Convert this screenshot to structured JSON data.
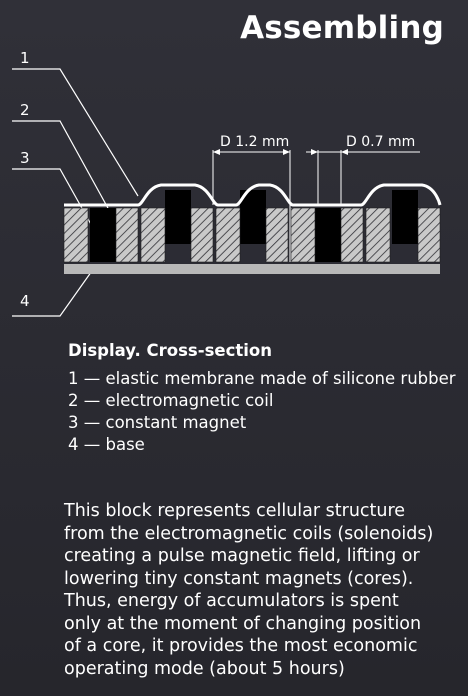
{
  "title": "Assembling",
  "callouts": [
    "1",
    "2",
    "3",
    "4"
  ],
  "dimensions": {
    "d1": "D 1.2 mm",
    "d2": "D 0.7 mm"
  },
  "section_heading": "Display. Cross-section",
  "legend": [
    {
      "num": "1",
      "sep": "—",
      "text": "elastic membrane made of silicone rubber"
    },
    {
      "num": "2",
      "sep": "—",
      "text": "electromagnetic coil"
    },
    {
      "num": "3",
      "sep": "—",
      "text": "constant magnet"
    },
    {
      "num": "4",
      "sep": "—",
      "text": "base"
    }
  ],
  "description_lines": [
    "This block represents cellular structure",
    "from the electromagnetic coils (solenoids)",
    "creating a pulse magnetic field, lifting or",
    "lowering tiny constant magnets (cores).",
    "Thus, energy of accumulators is spent",
    "only at the moment of changing position",
    "of a core, it provides the most economic",
    "operating mode (about 5 hours)"
  ],
  "colors": {
    "background": "#2c2c33",
    "text": "#ffffff",
    "coil_fill": "#c4c4c4",
    "magnet_fill": "#000000",
    "base_fill": "#b8b8b8",
    "line": "#ffffff"
  }
}
